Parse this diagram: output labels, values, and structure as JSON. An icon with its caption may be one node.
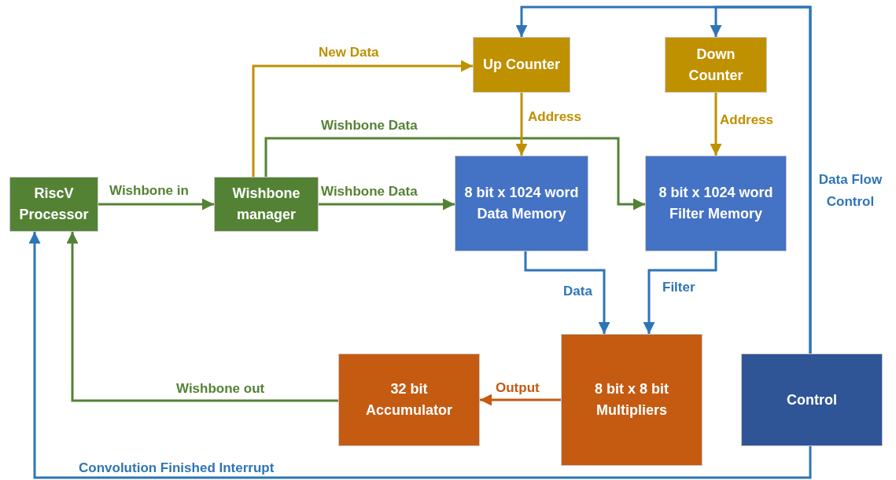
{
  "diagram": {
    "nodes": [
      {
        "text": [
          "RiscV Processor"
        ]
      },
      {
        "text": [
          "Wishbone manager"
        ]
      },
      {
        "text": [
          "Up Counter"
        ]
      },
      {
        "text": [
          "Down Counter"
        ]
      },
      {
        "text": [
          "8 bit x 1024 word Data Memory"
        ]
      },
      {
        "text": [
          "8 bit x 1024 word Filter Memory"
        ]
      },
      {
        "text": [
          "8 bit x 8 bit Multipliers"
        ]
      },
      {
        "text": [
          "32 bit Accumulator"
        ]
      },
      {
        "text": [
          "Control"
        ]
      }
    ],
    "edges": [
      {
        "from": 0,
        "to": 1,
        "arrow": "to",
        "label": "Wishbone in",
        "color": "#548235"
      },
      {
        "from": 1,
        "to": 2,
        "arrow": "to",
        "label": "New Data",
        "color": "#bf9000"
      },
      {
        "from": 1,
        "to": 4,
        "arrow": "to",
        "label": "Wishbone Data",
        "color": "#548235"
      },
      {
        "from": 1,
        "to": 5,
        "arrow": "to",
        "label": "Wishbone Data",
        "color": "#548235"
      },
      {
        "from": 2,
        "to": 4,
        "arrow": "to",
        "label": "Address",
        "color": "#bf9000"
      },
      {
        "from": 3,
        "to": 5,
        "arrow": "to",
        "label": "Address",
        "color": "#bf9000"
      },
      {
        "from": 4,
        "to": 6,
        "arrow": "to",
        "label": "Data"
      },
      {
        "from": 5,
        "to": 6,
        "arrow": "to",
        "label": "Filter"
      },
      {
        "from": 6,
        "to": 7,
        "arrow": "to",
        "label": "Output",
        "color": "#c55a11"
      },
      {
        "from": 7,
        "to": 0,
        "arrow": "to",
        "label": "Wishbone out",
        "color": "#548235"
      },
      {
        "from": 8,
        "to": 0,
        "arrow": "to",
        "label": "Convolution Finished Interrupt"
      },
      {
        "from": 8,
        "to": 2,
        "arrow": "to",
        "label": "Data Flow Control"
      },
      {
        "from": 8,
        "to": 3,
        "arrow": "to"
      }
    ]
  }
}
